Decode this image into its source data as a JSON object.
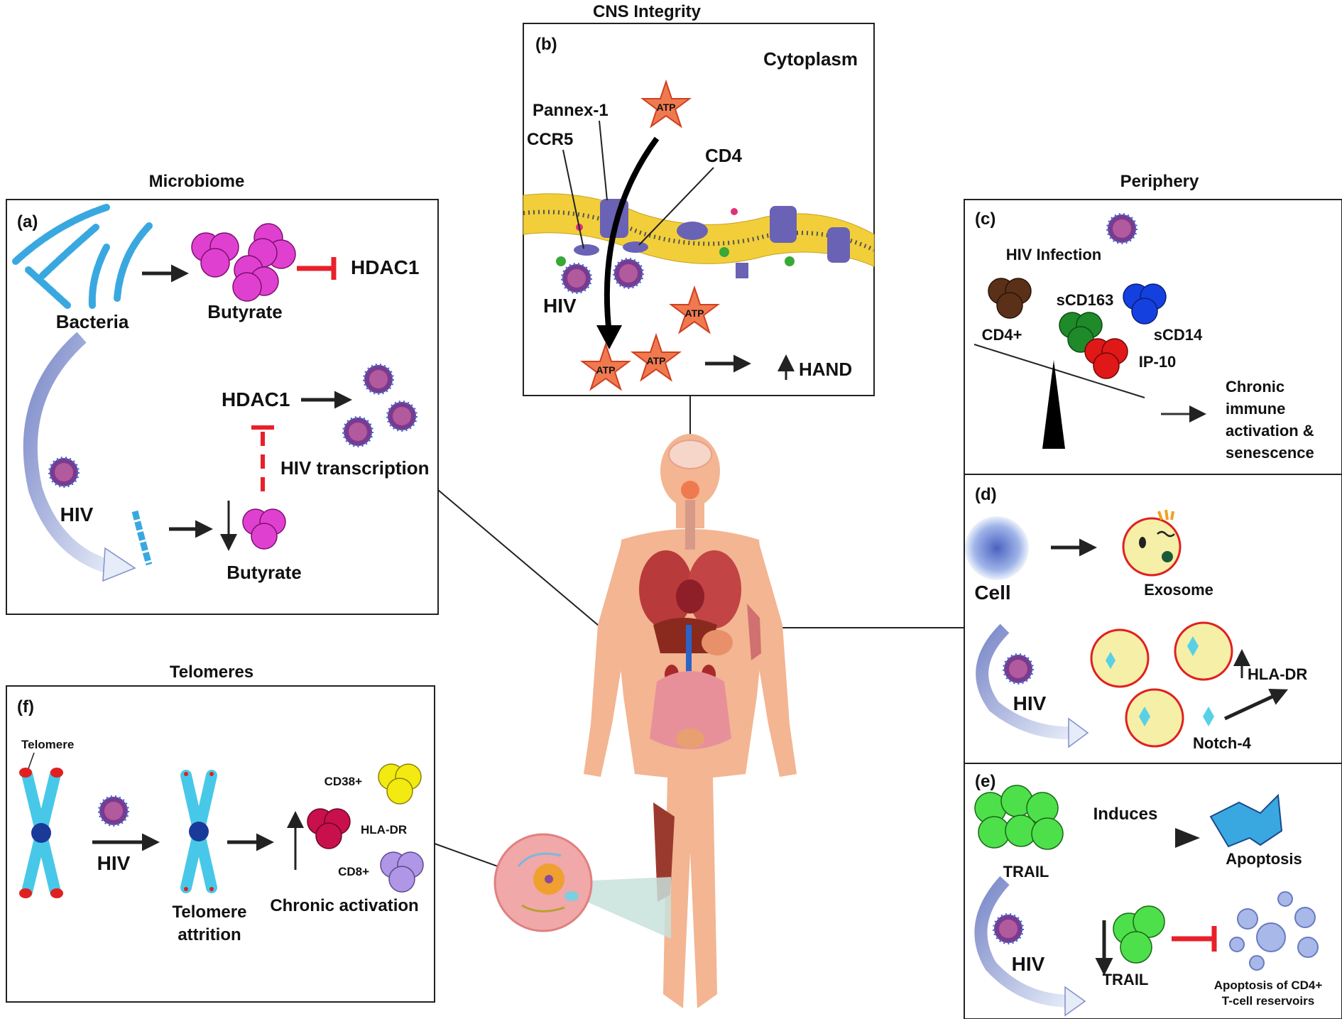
{
  "sections": {
    "microbiome": "Microbiome",
    "cns": "CNS Integrity",
    "periphery": "Periphery",
    "telomeres": "Telomeres"
  },
  "panel_a": {
    "letter": "(a)",
    "bacteria": "Bacteria",
    "butyrate_top": "Butyrate",
    "hdac1_top": "HDAC1",
    "hdac1_mid": "HDAC1",
    "hiv_transcription": "HIV transcription",
    "hiv": "HIV",
    "butyrate_bottom": "Butyrate"
  },
  "panel_b": {
    "letter": "(b)",
    "cytoplasm": "Cytoplasm",
    "pannex": "Pannex-1",
    "ccr5": "CCR5",
    "cd4": "CD4",
    "hiv": "HIV",
    "atp": "ATP",
    "hand": "HAND"
  },
  "panel_c": {
    "letter": "(c)",
    "hiv_infection": "HIV Infection",
    "cd4plus": "CD4+",
    "scd163": "sCD163",
    "scd14": "sCD14",
    "ip10": "IP-10",
    "outcome_line1": "Chronic",
    "outcome_line2": "immune",
    "outcome_line3": "activation &",
    "outcome_line4": "senescence"
  },
  "panel_d": {
    "letter": "(d)",
    "cell": "Cell",
    "exosome": "Exosome",
    "hiv": "HIV",
    "hla_dr": "HLA-DR",
    "notch4": "Notch-4"
  },
  "panel_e": {
    "letter": "(e)",
    "trail_top": "TRAIL",
    "induces": "Induces",
    "apoptosis": "Apoptosis",
    "hiv": "HIV",
    "trail_bottom": "TRAIL",
    "apoptosis_cd4_line1": "Apoptosis of CD4+",
    "apoptosis_cd4_line2": "T-cell reservoirs"
  },
  "panel_f": {
    "letter": "(f)",
    "telomere": "Telomere",
    "hiv": "HIV",
    "attrition_line1": "Telomere",
    "attrition_line2": "attrition",
    "cd38": "CD38+",
    "hla_dr": "HLA-DR",
    "cd8": "CD8+",
    "chronic_activation": "Chronic activation"
  },
  "colors": {
    "butyrate": "#e040d0",
    "bacteria": "#3aa8e0",
    "inhibit": "#e8202a",
    "atp": "#f07a50",
    "membrane": "#f2cf3a",
    "receptor": "#6a62b4",
    "trail": "#4ee04a",
    "body": "#f3b592",
    "cd4_cell": "#5a3018",
    "scd163": "#1e8a2a",
    "scd14": "#1440e0",
    "ip10": "#e01818",
    "cd38": "#f2ea10",
    "hla_dr_cell": "#c8104c",
    "cd8": "#b096e6",
    "hiv_virus": "#7a3a8e"
  }
}
